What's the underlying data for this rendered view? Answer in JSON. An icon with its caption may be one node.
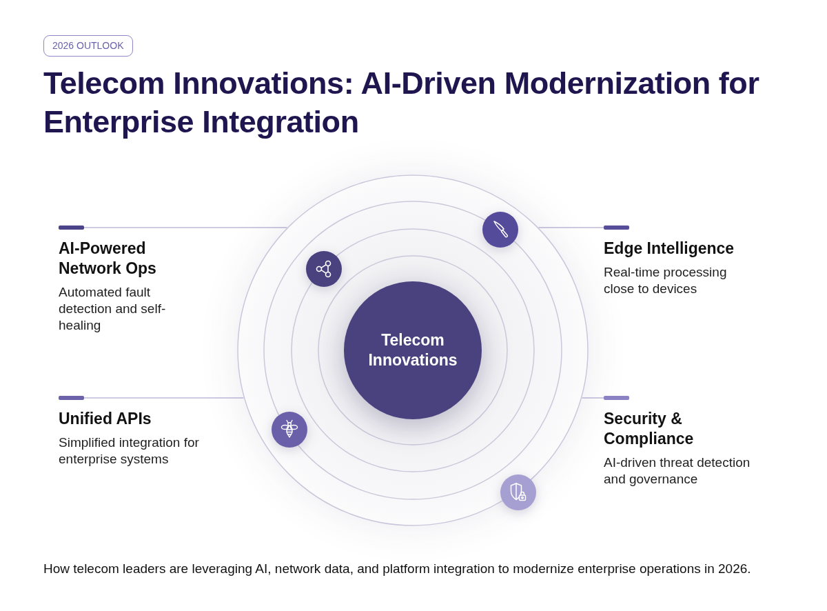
{
  "diagram": {
    "title": "Telecom Innovations: AI-Driven Modernization for Enterprise Integration",
    "caption": "How telecom leaders are leveraging AI, network data, and platform integration to modernize enterprise operations in 2026.",
    "nodes": [
      {
        "text": [
          "2026 OUTLOOK"
        ]
      },
      {
        "text": [
          "AI-Powered Network Ops",
          "Automated fault detection and self-healing"
        ]
      },
      {
        "text": [
          "Edge Intelligence",
          "Real-time processing close to devices"
        ]
      },
      {
        "text": [],
        "shape": "circle"
      },
      {
        "text": [
          "Telecom Innovations"
        ],
        "in": 3
      },
      {
        "text": [
          "Unified APIs",
          "Simplified integration for enterprise systems"
        ]
      },
      {
        "text": [
          "Security & Compliance",
          "AI-driven threat detection and governance"
        ]
      }
    ],
    "edges": [
      {
        "from": 1,
        "to": 3,
        "arrow": "none"
      },
      {
        "from": 2,
        "to": 3,
        "arrow": "none"
      },
      {
        "from": 5,
        "to": 3,
        "arrow": "none"
      },
      {
        "from": 6,
        "to": 3,
        "arrow": "none"
      }
    ]
  }
}
